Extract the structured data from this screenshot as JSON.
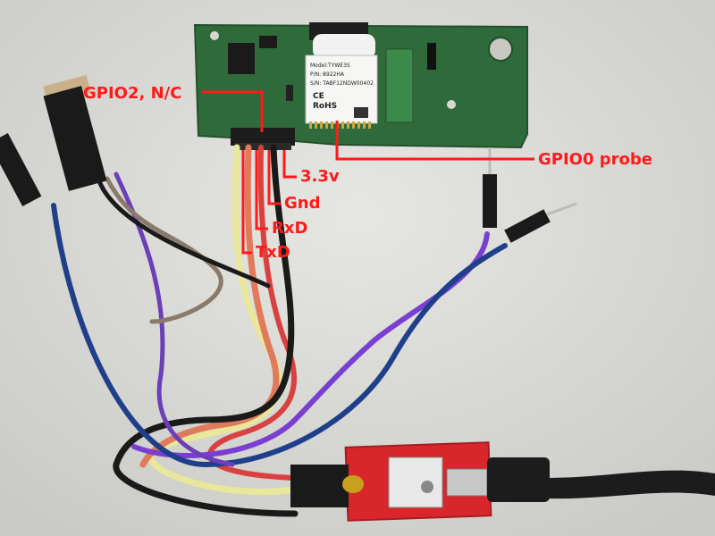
{
  "labels": {
    "gpio2": "GPIO2, N/C",
    "gpio0": "GPIO0 probe",
    "v33": "3.3v",
    "gnd": "Gnd",
    "rxd": "RxD",
    "txd": "TxD"
  },
  "module": {
    "model": "Model:TYWE3S",
    "pn": "P/N: 8922HA",
    "sn": "S/N: TABF12NDW00402",
    "rohs": "RoHS",
    "ce": "CE"
  },
  "colors": {
    "annotation": "#ff1a1a",
    "pcb": "#2f6b3a",
    "adapter_pcb": "#d8262a",
    "background": "#dcdcd8"
  }
}
